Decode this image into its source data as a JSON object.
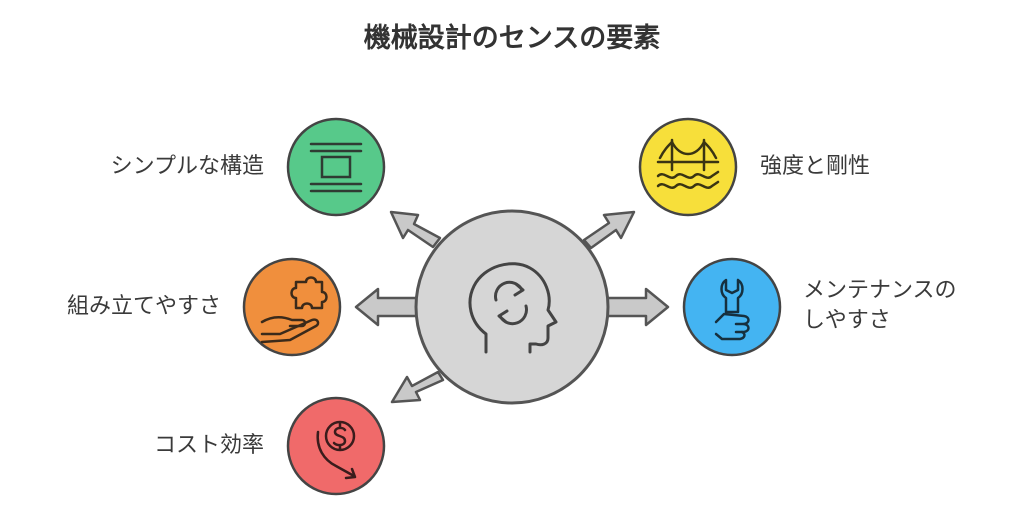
{
  "title": "機械設計のセンスの要素",
  "items": [
    {
      "label": "シンプルな構造",
      "icon": "layout-icon",
      "color": "#57c98a"
    },
    {
      "label": "組み立てやすさ",
      "icon": "puzzle-hand-icon",
      "color": "#f08f3d"
    },
    {
      "label": "コスト効率",
      "icon": "dollar-down-icon",
      "color": "#f06a6a"
    },
    {
      "label": "強度と剛性",
      "icon": "bridge-icon",
      "color": "#f7df3a"
    },
    {
      "label_line1": "メンテナンスの",
      "label_line2": "しやすさ",
      "icon": "wrench-thumb-icon",
      "color": "#44b4f2"
    }
  ],
  "center": {
    "icon": "head-cycle-icon",
    "color": "#d6d6d6"
  }
}
